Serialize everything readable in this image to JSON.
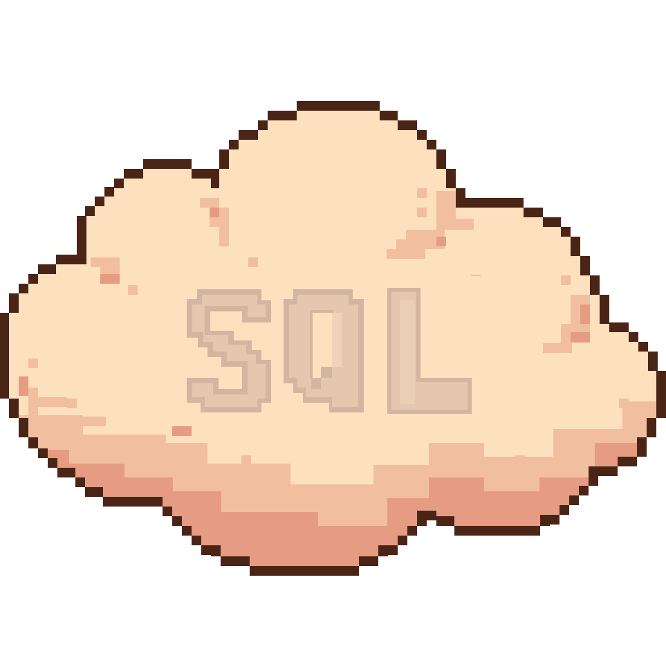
{
  "artwork": {
    "kind": "pixel-art-logo",
    "subject": "cloud",
    "wordmark": "SQL"
  },
  "colors": {
    "background": "#ffffff",
    "outline": "#4a2516",
    "cloud_fill": "#fde0be",
    "cloud_mid": "#f1bfa0",
    "cloud_shadow": "#e59c83",
    "text_fill": "#e5c7ad",
    "text_outline": "#d2b6a0",
    "text_highlight": "#efd3b9"
  }
}
